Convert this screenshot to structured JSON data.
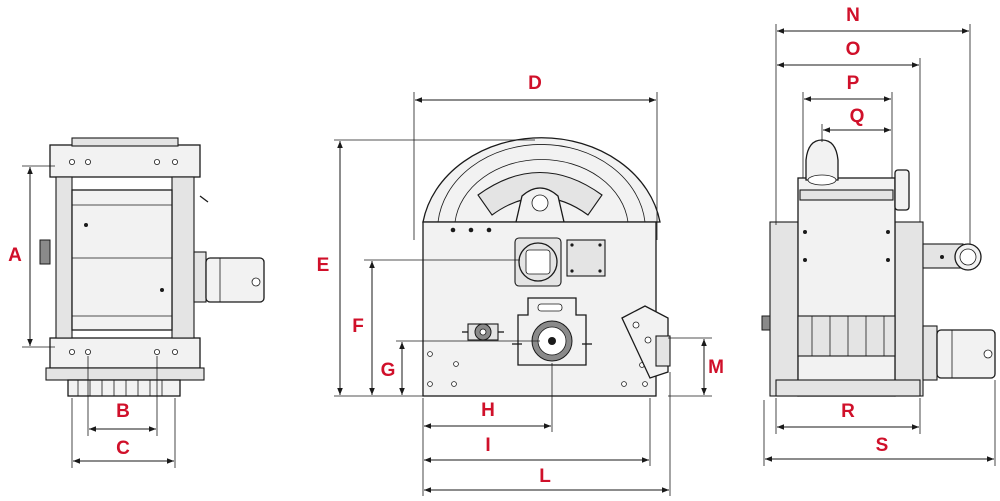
{
  "label_color": "#d0102a",
  "labels": {
    "A": "A",
    "B": "B",
    "C": "C",
    "D": "D",
    "E": "E",
    "F": "F",
    "G": "G",
    "H": "H",
    "I": "I",
    "L": "L",
    "M": "M",
    "N": "N",
    "O": "O",
    "P": "P",
    "Q": "Q",
    "R": "R",
    "S": "S"
  }
}
